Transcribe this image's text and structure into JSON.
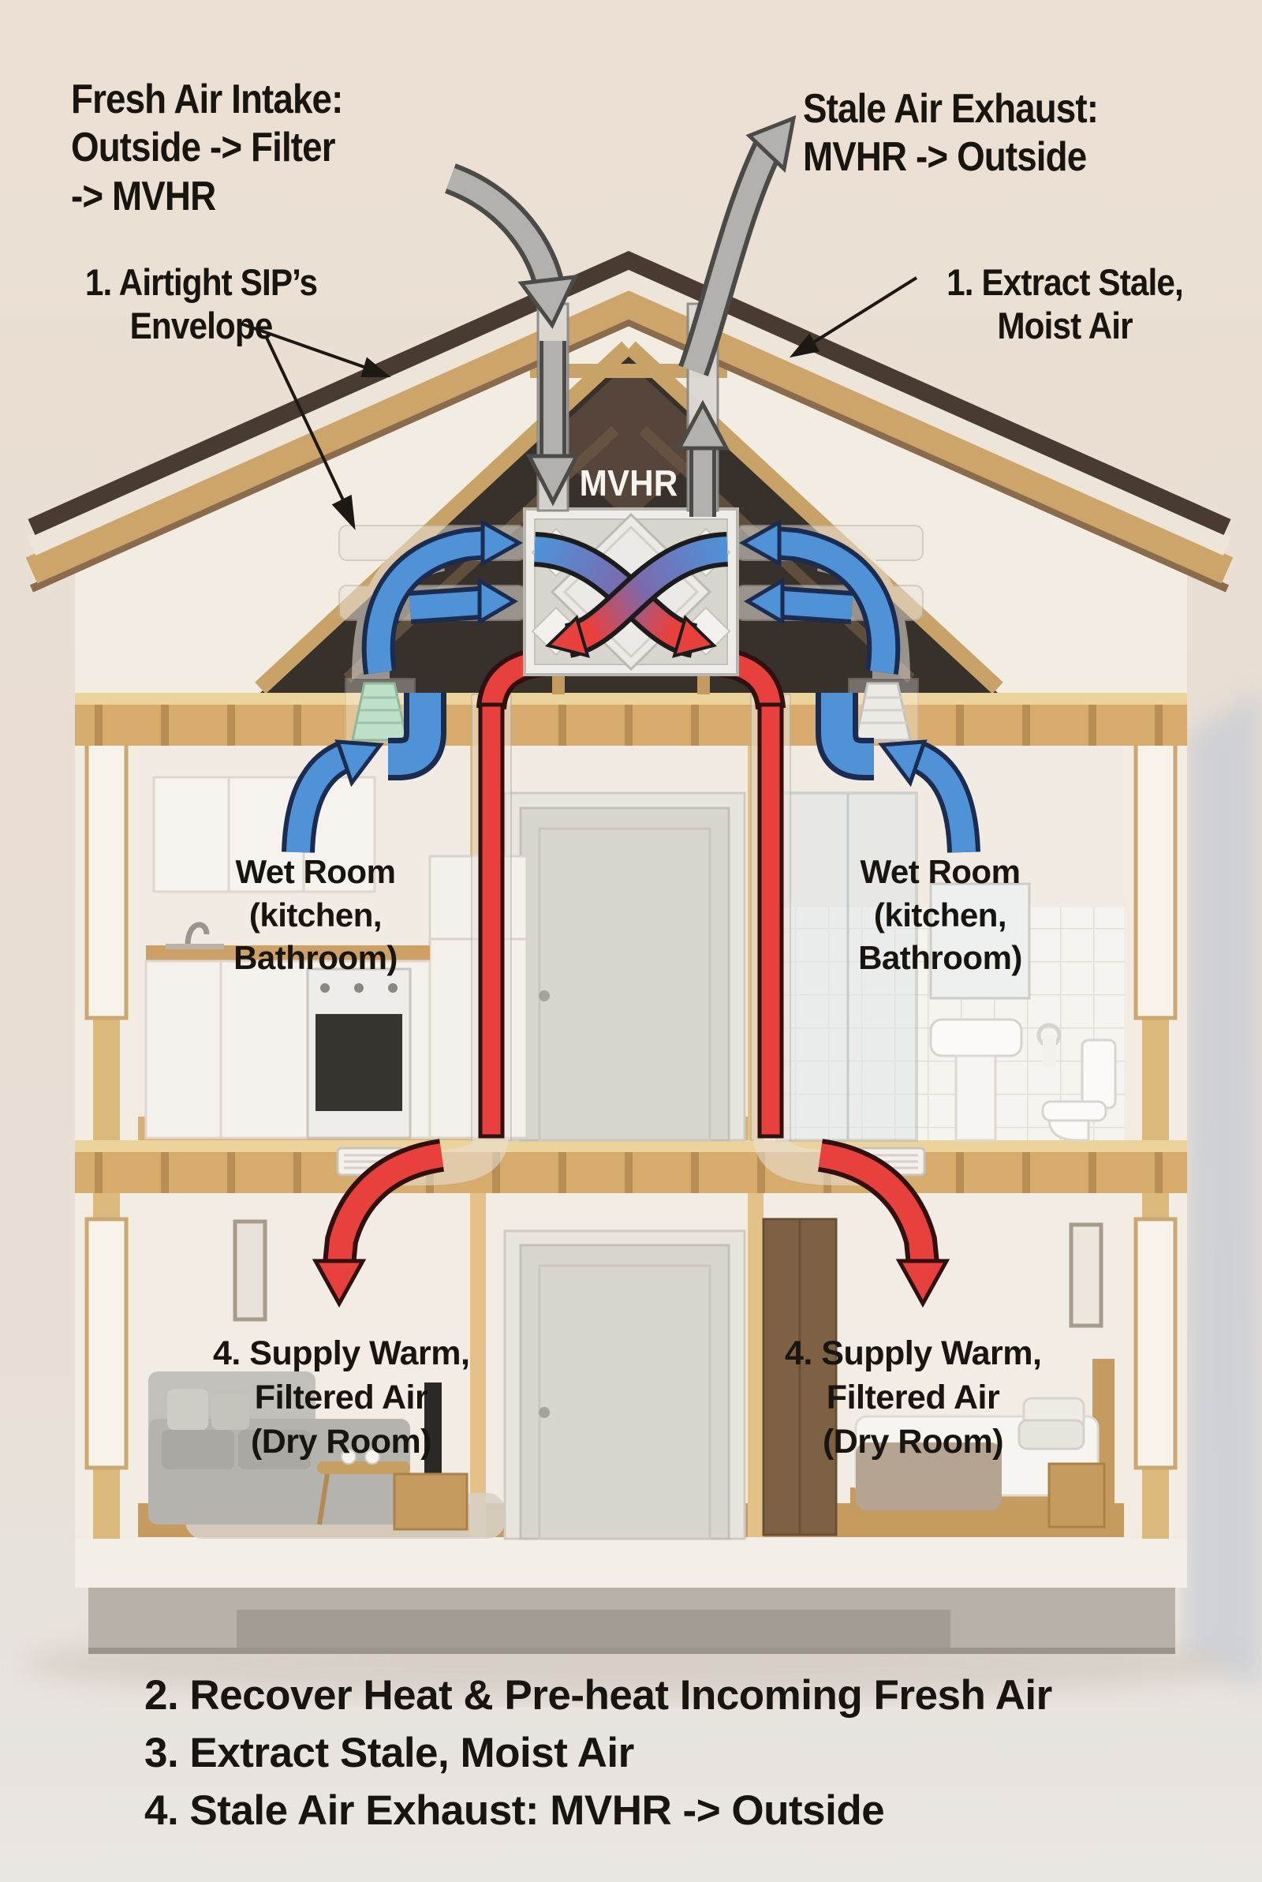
{
  "diagram_title": "MVHR (Mechanical Ventilation with Heat Recovery) house cross-section diagram",
  "colors": {
    "background": "#ebe1d6",
    "text": "#18140f",
    "fresh_supply_air": "#4f92d8",
    "extract_stale_air": "#e8403c",
    "outside_air_arrow": "#b3b1ad",
    "roof_wood": "#cda56a",
    "roof_shingle": "#4a3b32"
  },
  "annotations": {
    "fresh_air_intake": {
      "lines": [
        "Fresh Air Intake:",
        "Outside -> Filter",
        "-> MVHR"
      ]
    },
    "stale_air_exhaust": {
      "lines": [
        "Stale Air Exhaust:",
        "MVHR -> Outside"
      ]
    },
    "airtight_envelope": {
      "lines": [
        "1. Airtight SIP’s",
        "Envelope"
      ]
    },
    "extract_stale": {
      "lines": [
        "1. Extract Stale,",
        "Moist Air"
      ]
    },
    "mvhr_unit_label": "MVHR",
    "wet_room_left": {
      "lines": [
        "Wet Room",
        "(kitchen,",
        "Bathroom)"
      ]
    },
    "wet_room_right": {
      "lines": [
        "Wet Room",
        "(kitchen,",
        "Bathroom)"
      ]
    },
    "supply_dry_room_left": {
      "lines": [
        "4. Supply Warm,",
        "Filtered Air",
        "(Dry Room)"
      ]
    },
    "supply_dry_room_right": {
      "lines": [
        "4. Supply Warm,",
        "Filtered Air",
        "(Dry Room)"
      ]
    }
  },
  "legend": {
    "items": [
      "2. Recover Heat & Pre-heat Incoming Fresh Air",
      "3. Extract Stale, Moist Air",
      "4. Stale Air Exhaust: MVHR -> Outside"
    ]
  }
}
